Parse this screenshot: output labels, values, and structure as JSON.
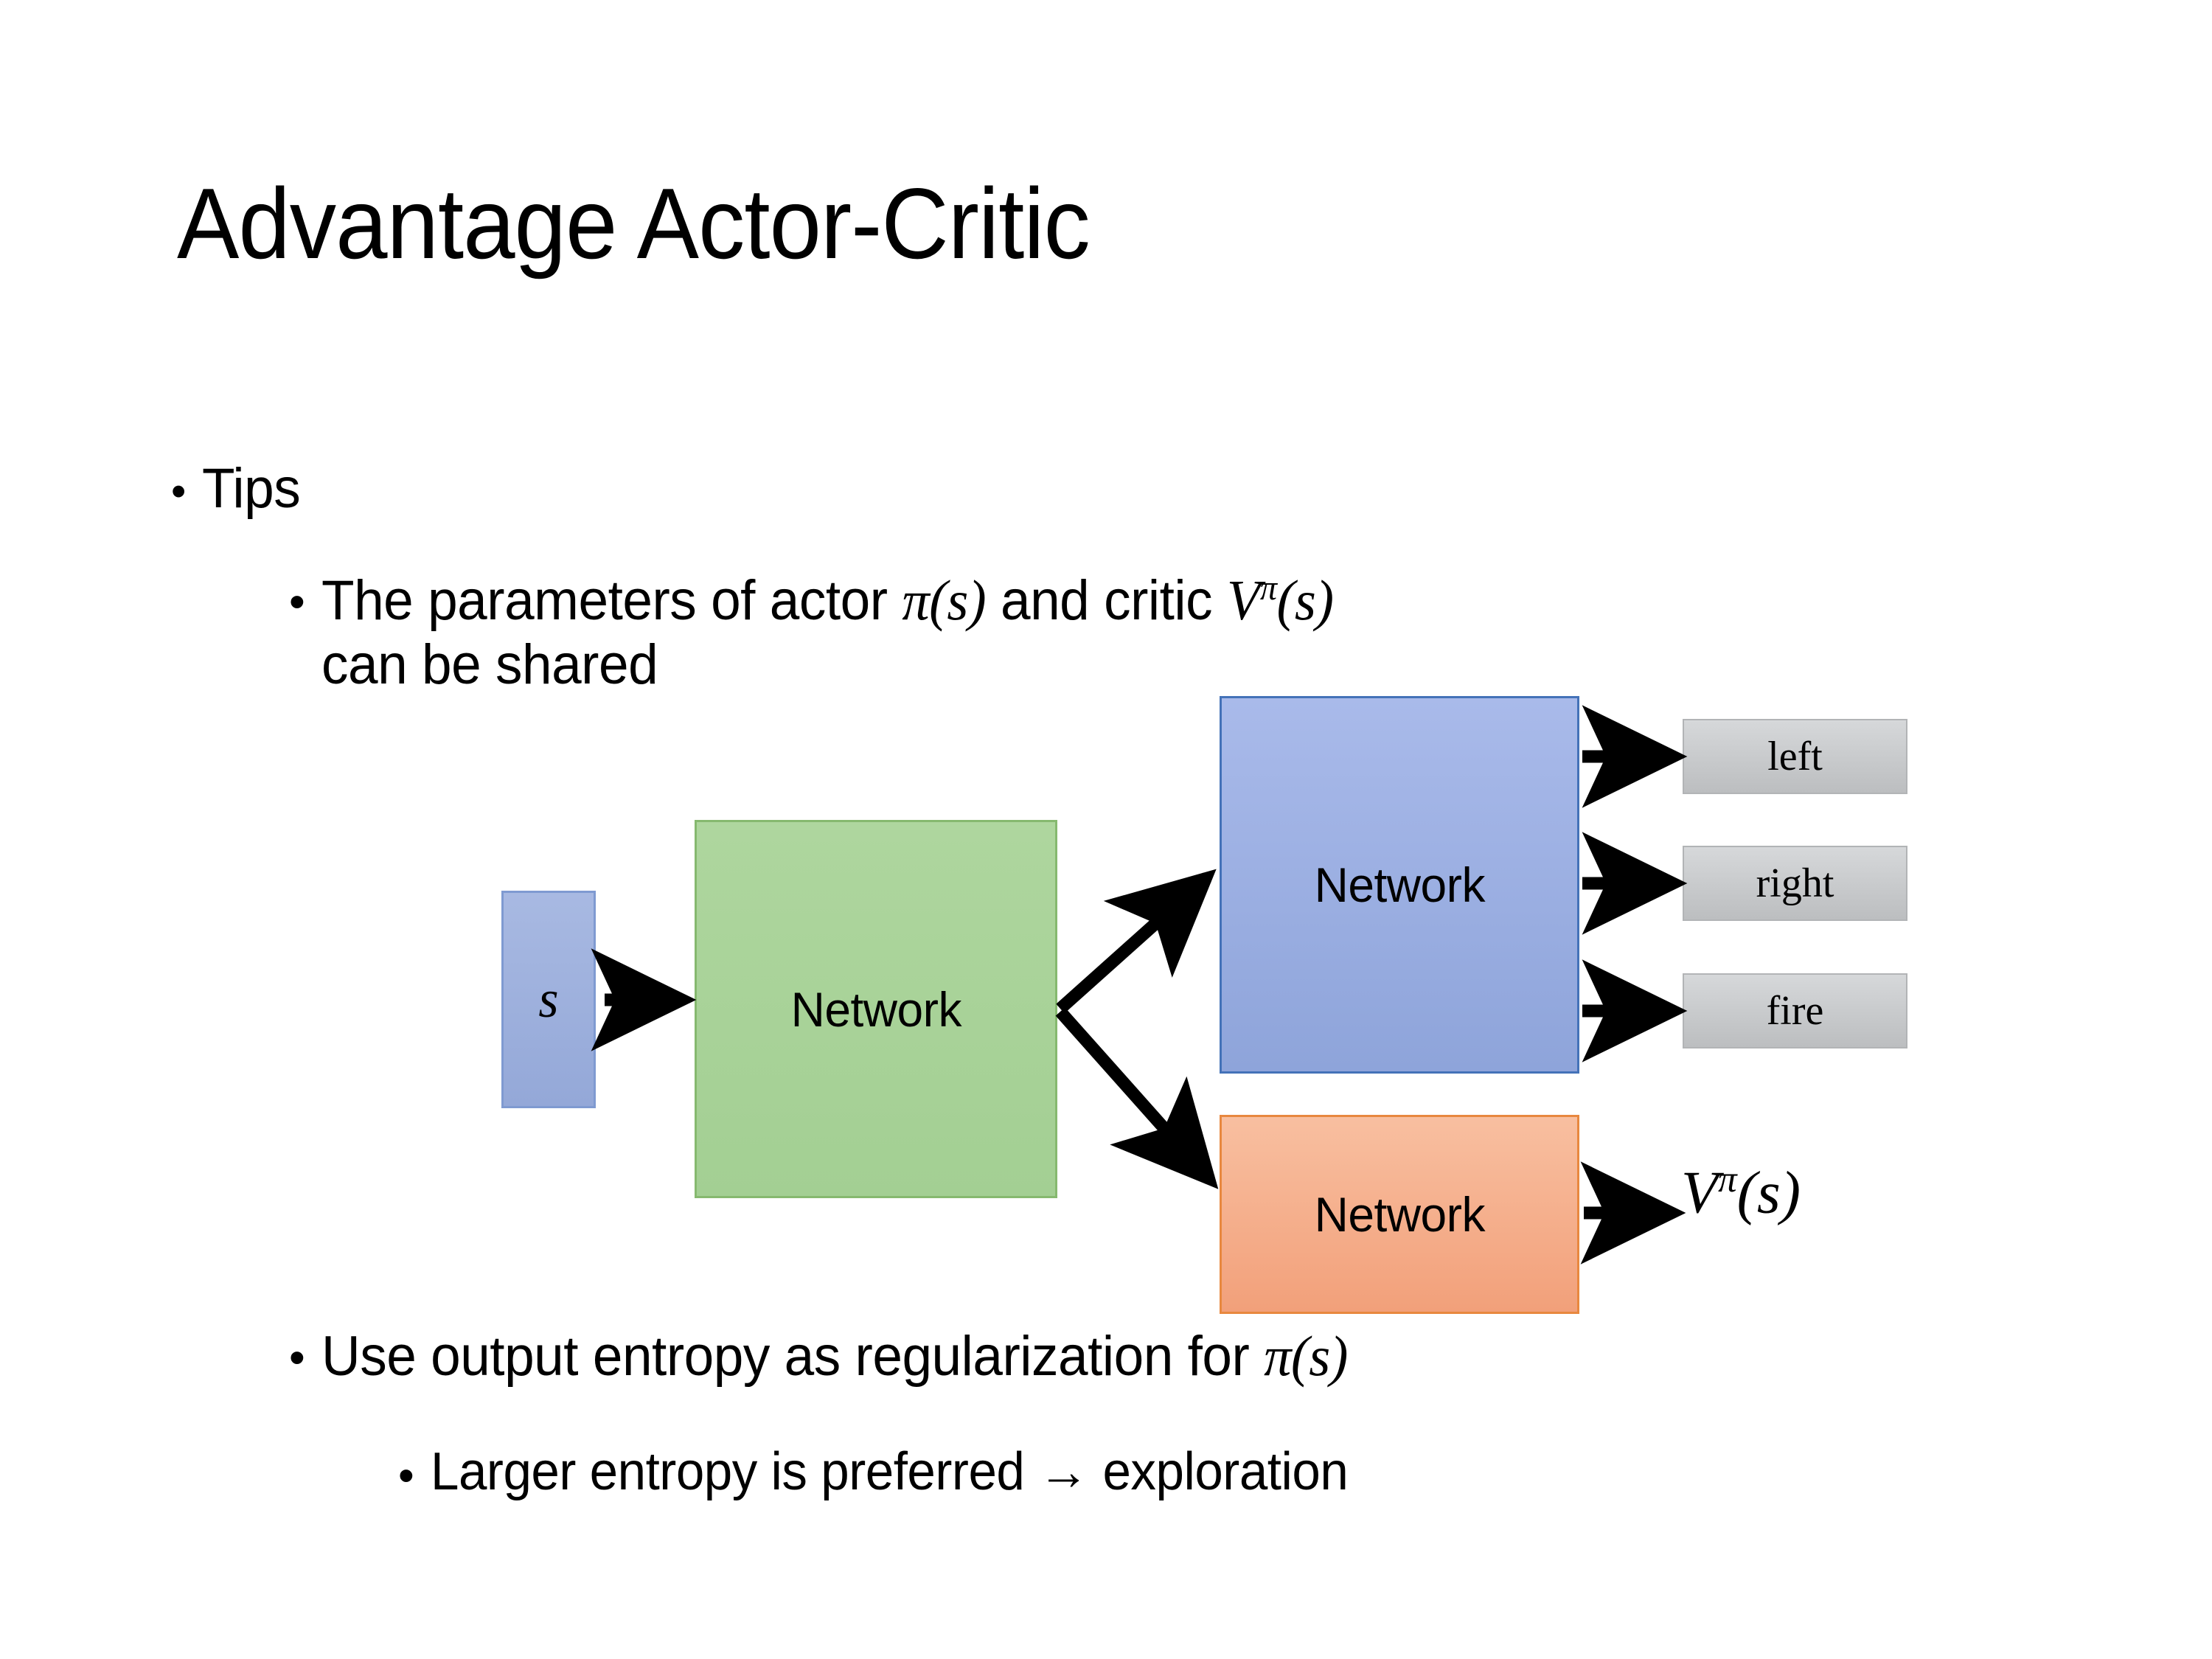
{
  "slide": {
    "title": "Advantage Actor-Critic",
    "background": "#ffffff"
  },
  "bullets": [
    {
      "level": 1,
      "marker": "•",
      "text": "Tips"
    },
    {
      "level": 2,
      "marker": "•",
      "text_prefix": "The parameters of actor ",
      "math_1": "π(s)",
      "text_mid": "  and critic ",
      "math_2_base": "V",
      "math_2_sup": "π",
      "math_2_arg": "(s)",
      "text_suffix": "can be shared",
      "full_text": "The parameters of actor π(s)  and critic Vπ(s) can be shared"
    },
    {
      "level": 2,
      "marker": "•",
      "text_prefix": "Use output entropy as regularization for ",
      "math_1": "π(s)",
      "full_text": "Use output entropy as regularization for π(s)"
    },
    {
      "level": 3,
      "marker": "•",
      "text": "Larger entropy is preferred → exploration"
    }
  ],
  "diagram": {
    "state_box": {
      "label": "s",
      "fill": "#9cb0de",
      "border": "#7f9ad1"
    },
    "shared_network": {
      "label": "Network",
      "fill": "#a8d49a",
      "border": "#86b96f"
    },
    "actor_network": {
      "label": "Network",
      "fill": "#9cb0e2",
      "border": "#4472b8"
    },
    "critic_network": {
      "label": "Network",
      "fill": "#f4ab83",
      "border": "#e8883f"
    },
    "action_outputs": [
      {
        "label": "left"
      },
      {
        "label": "right"
      },
      {
        "label": "fire"
      }
    ],
    "critic_output": {
      "base": "V",
      "sup": "π",
      "arg": "(s)",
      "full": "Vπ(s)"
    },
    "output_box_fill": "#c4c6c8",
    "arrow_color": "#000000"
  }
}
